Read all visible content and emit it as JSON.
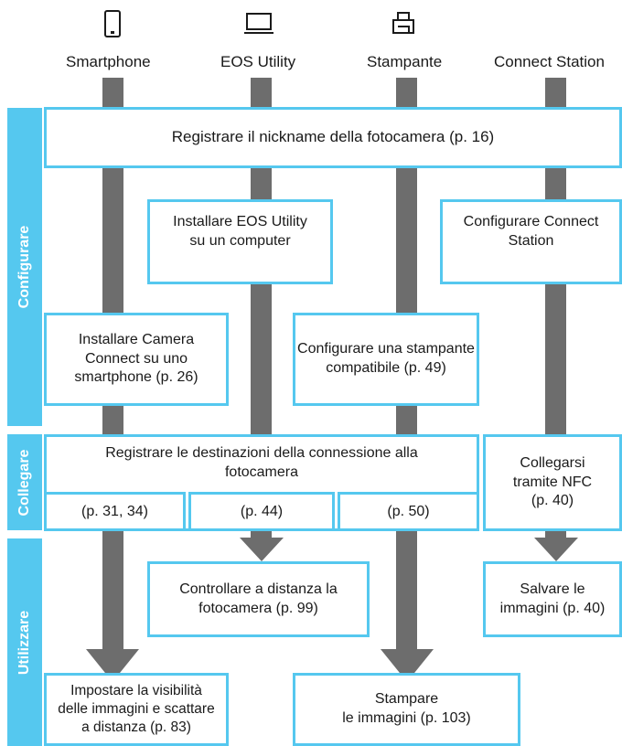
{
  "columns": [
    "Smartphone",
    "EOS Utility",
    "Stampante",
    "Connect Station"
  ],
  "sections": [
    "Configurare",
    "Collegare",
    "Utilizzare"
  ],
  "boxes": {
    "nickname": "Registrare il nickname della fotocamera (p. 16)",
    "install_eos": "Installare EOS Utility\nsu un computer",
    "config_station": "Configurare Connect\nStation",
    "install_camera_connect": "Installare Camera\nConnect su uno\nsmartphone (p. 26)",
    "config_printer": "Configurare una stampante\ncompatibile (p. 49)",
    "register_destinations": "Registrare le destinazioni della connessione alla\nfotocamera",
    "nfc": "Collegarsi\ntramite NFC\n(p. 40)",
    "remote_control": "Controllare a distanza la\nfotocamera (p. 99)",
    "save_images": "Salvare le\nimmagini (p. 40)",
    "visibility": "Impostare la visibilità\ndelle immagini e scattare\na distanza (p. 83)",
    "print_images": "Stampare\nle immagini (p. 103)"
  },
  "refs": [
    "(p. 31, 34)",
    "(p. 44)",
    "(p. 50)"
  ],
  "icons": [
    "smartphone-icon",
    "laptop-icon",
    "printer-icon"
  ],
  "colors": {
    "accent": "#55c8ef",
    "arrow": "#6d6d6d"
  }
}
